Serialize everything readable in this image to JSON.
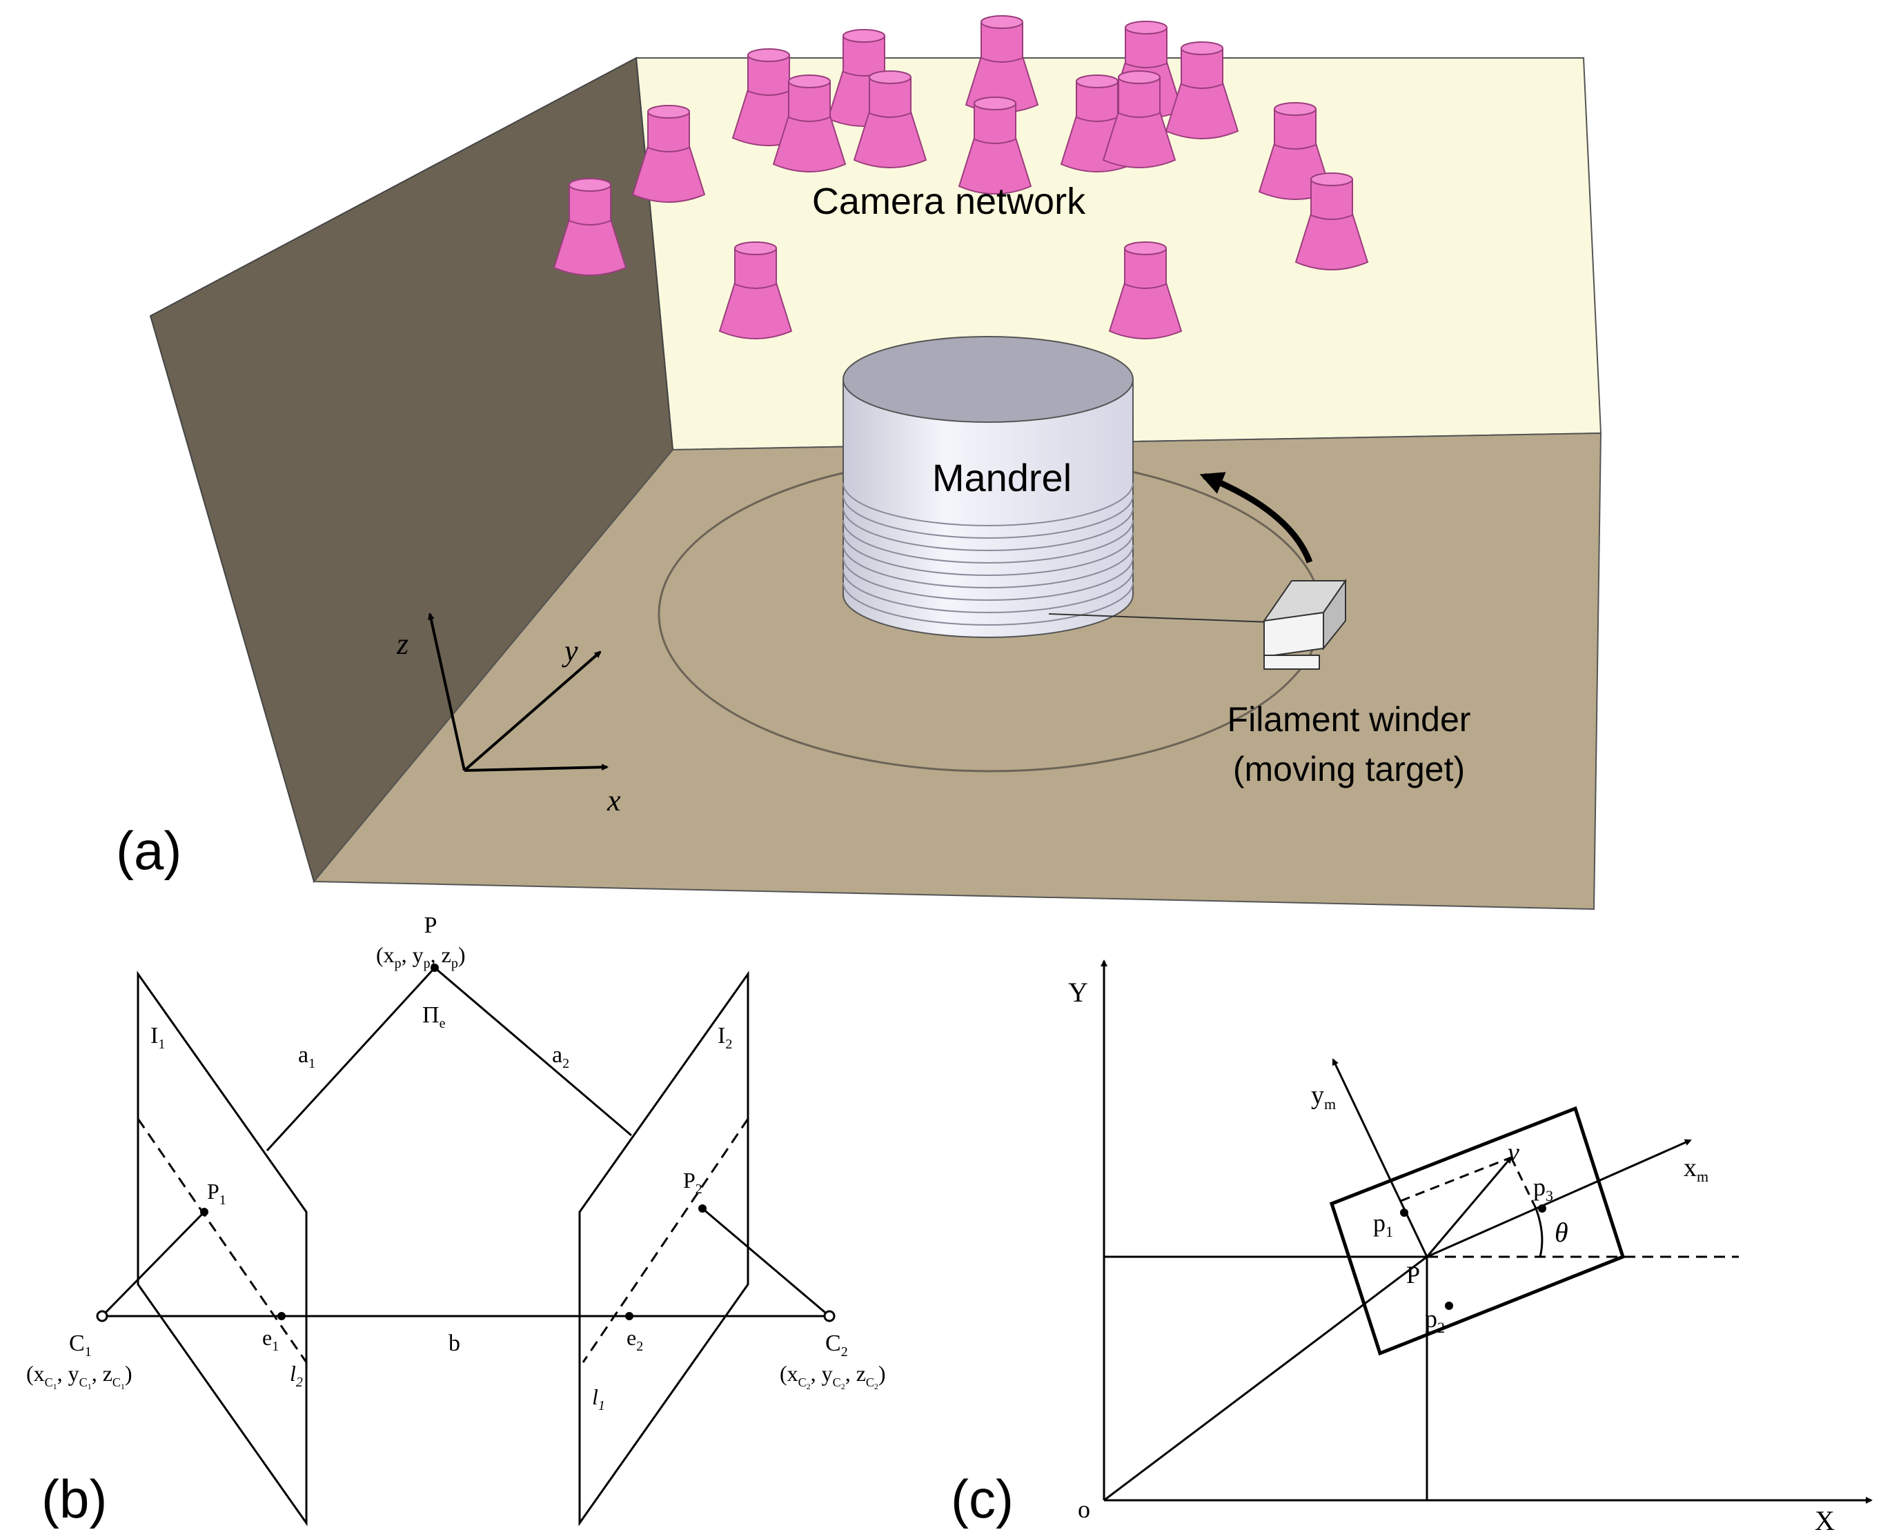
{
  "panel_a": {
    "panel_label": "(a)",
    "camera_label": "Camera network",
    "mandrel_label": "Mandrel",
    "winder_label_line1": "Filament winder",
    "winder_label_line2": "(moving target)",
    "axis_x": "x",
    "axis_y": "y",
    "axis_z": "z",
    "colors": {
      "back_wall": "#fbf9dd",
      "left_wall": "#6b6253",
      "floor": "#b8a98c",
      "camera": "#ea6fc1",
      "mandrel": "#e6e6f3",
      "mandrel_top": "#a9a9b8"
    }
  },
  "panel_b": {
    "panel_label": "(b)",
    "P": "P",
    "P_coords": "(x",
    "P_sub_x": "p",
    "P_coord_sep1": ", y",
    "P_sub_y": "p",
    "P_coord_sep2": ", z",
    "P_sub_z": "p",
    "P_coord_end": ")",
    "Pi": "Π",
    "Pi_sub": "e",
    "I1": "I",
    "I1_sub": "1",
    "I2": "I",
    "I2_sub": "2",
    "a1": "a",
    "a1_sub": "1",
    "a2": "a",
    "a2_sub": "2",
    "p1": "P",
    "p1_sub": "1",
    "p2": "P",
    "p2_sub": "2",
    "C1": "C",
    "C1_sub": "1",
    "C2": "C",
    "C2_sub": "2",
    "e1": "e",
    "e1_sub": "1",
    "e2": "e",
    "e2_sub": "2",
    "b": "b",
    "l1": "l",
    "l1_sub": "1",
    "l2": "l",
    "l2_sub": "2",
    "C1_coords": "(x",
    "C2_coords": "(x",
    "c_sub": "C",
    "c1_subsub": "1",
    "c2_subsub": "2",
    "sep_y": ", y",
    "sep_z": ", z",
    "close": ")"
  },
  "panel_c": {
    "panel_label": "(c)",
    "Y": "Y",
    "X": "X",
    "o": "o",
    "ym": "y",
    "ym_sub": "m",
    "xm": "x",
    "xm_sub": "m",
    "v": "ν",
    "p1": "p",
    "p1_sub": "1",
    "p2": "p",
    "p2_sub": "2",
    "p3": "p",
    "p3_sub": "3",
    "P": "P",
    "theta": "θ"
  }
}
